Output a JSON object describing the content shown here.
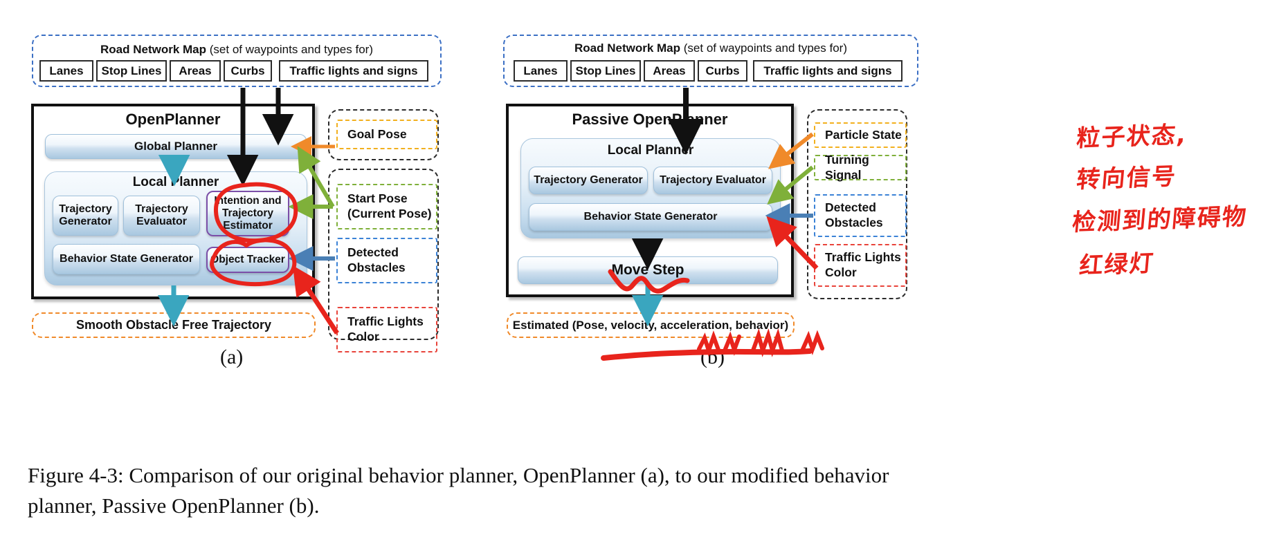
{
  "figure": {
    "caption": "Figure 4-3: Comparison of our original behavior planner, OpenPlanner (a), to our modified behavior planner, Passive OpenPlanner (b).",
    "sub_caption_a": "(a)",
    "sub_caption_b": "(b)"
  },
  "colors": {
    "map_dashed": "#3b6fc4",
    "goal_pose": "#f2b01e",
    "start_pose": "#7fb03a",
    "detected_obstacles": "#3b82d6",
    "traffic_lights": "#e8433a",
    "output_box": "#f08a2a",
    "annotation_group": "#2b2b2b",
    "handwriting": "#e8241c",
    "arrow_teal": "#3aa6bf",
    "arrow_black": "#111111",
    "highlight_purple": "#7b4fa8"
  },
  "diagram_a": {
    "road_network_map": {
      "title_bold": "Road Network Map",
      "title_rest": " (set of waypoints and types for)",
      "items": [
        "Lanes",
        "Stop Lines",
        "Areas",
        "Curbs",
        "Traffic lights and signs"
      ]
    },
    "title": "OpenPlanner",
    "global_planner": "Global Planner",
    "local_planner": {
      "title": "Local Planner",
      "blocks": [
        "Trajectory Generator",
        "Trajectory Evaluator",
        "Intention and Trajectory Estimator",
        "Behavior State Generator",
        "Object Tracker"
      ]
    },
    "output": "Smooth Obstacle Free Trajectory",
    "inputs": [
      {
        "label": "Goal Pose",
        "color": "#f2b01e"
      },
      {
        "label": "Start Pose (Current Pose)",
        "color": "#7fb03a"
      },
      {
        "label": "Detected Obstacles",
        "color": "#3b82d6"
      },
      {
        "label": "Traffic Lights Color",
        "color": "#e8433a"
      }
    ]
  },
  "diagram_b": {
    "road_network_map": {
      "title_bold": "Road Network Map",
      "title_rest": " (set of waypoints and types for)",
      "items": [
        "Lanes",
        "Stop Lines",
        "Areas",
        "Curbs",
        "Traffic lights and signs"
      ]
    },
    "title": "Passive OpenPlanner",
    "local_planner": {
      "title": "Local Planner",
      "blocks": [
        "Trajectory Generator",
        "Trajectory Evaluator",
        "Behavior State Generator"
      ]
    },
    "move_step": "Move Step",
    "output": "Estimated (Pose, velocity, acceleration, behavior)",
    "inputs": [
      {
        "label": "Particle State",
        "color": "#f2b01e"
      },
      {
        "label": "Turning Signal",
        "color": "#7fb03a"
      },
      {
        "label": "Detected Obstacles",
        "color": "#3b82d6"
      },
      {
        "label": "Traffic Lights Color",
        "color": "#e8433a"
      }
    ]
  },
  "handwritten_notes": [
    "粒子状态,",
    "转向信号",
    "检测到的障碍物",
    "红绿灯"
  ]
}
